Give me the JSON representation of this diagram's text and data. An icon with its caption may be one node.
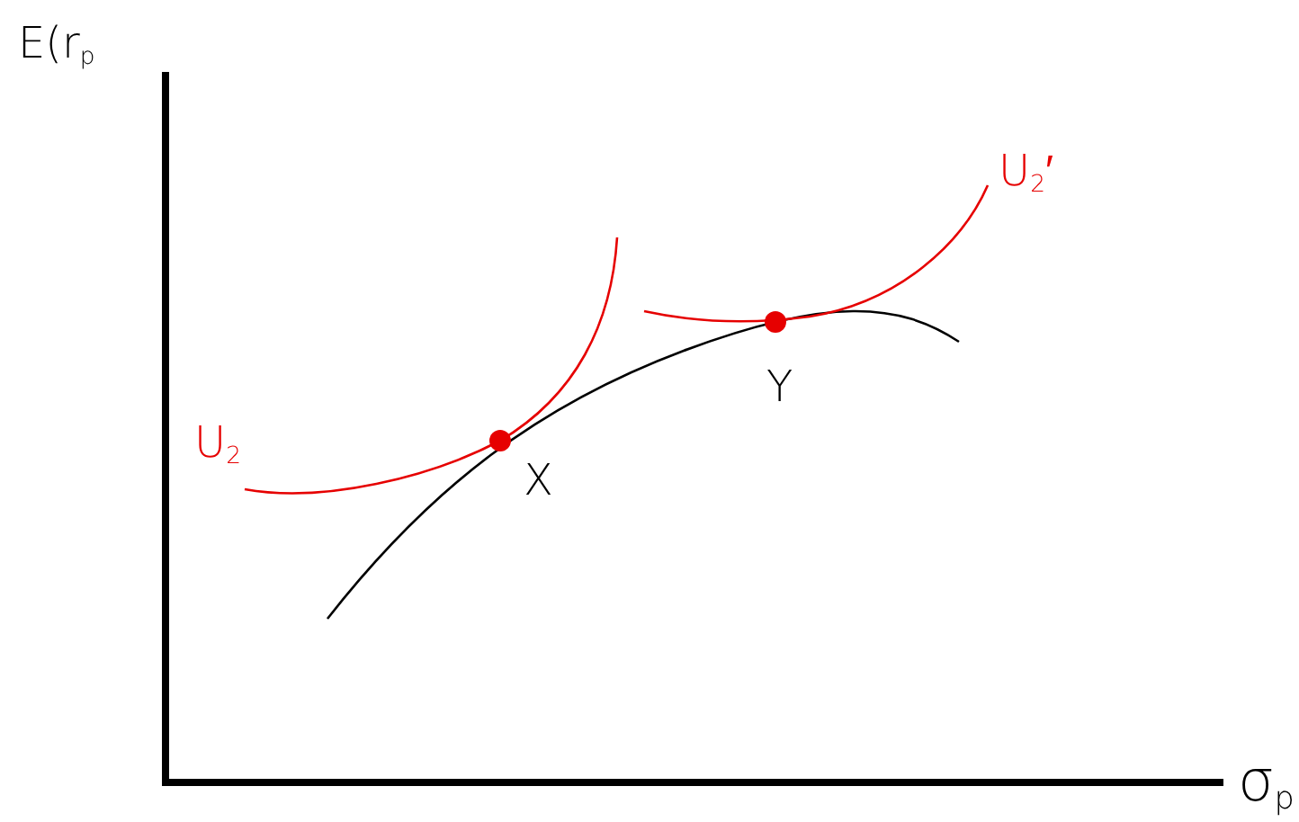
{
  "diagram": {
    "labels": [
      "E(r$_{p}$",
      "U$_{2}$′",
      "Y",
      "U$_{2}$",
      "X",
      "σ$_{p}$"
    ]
  }
}
